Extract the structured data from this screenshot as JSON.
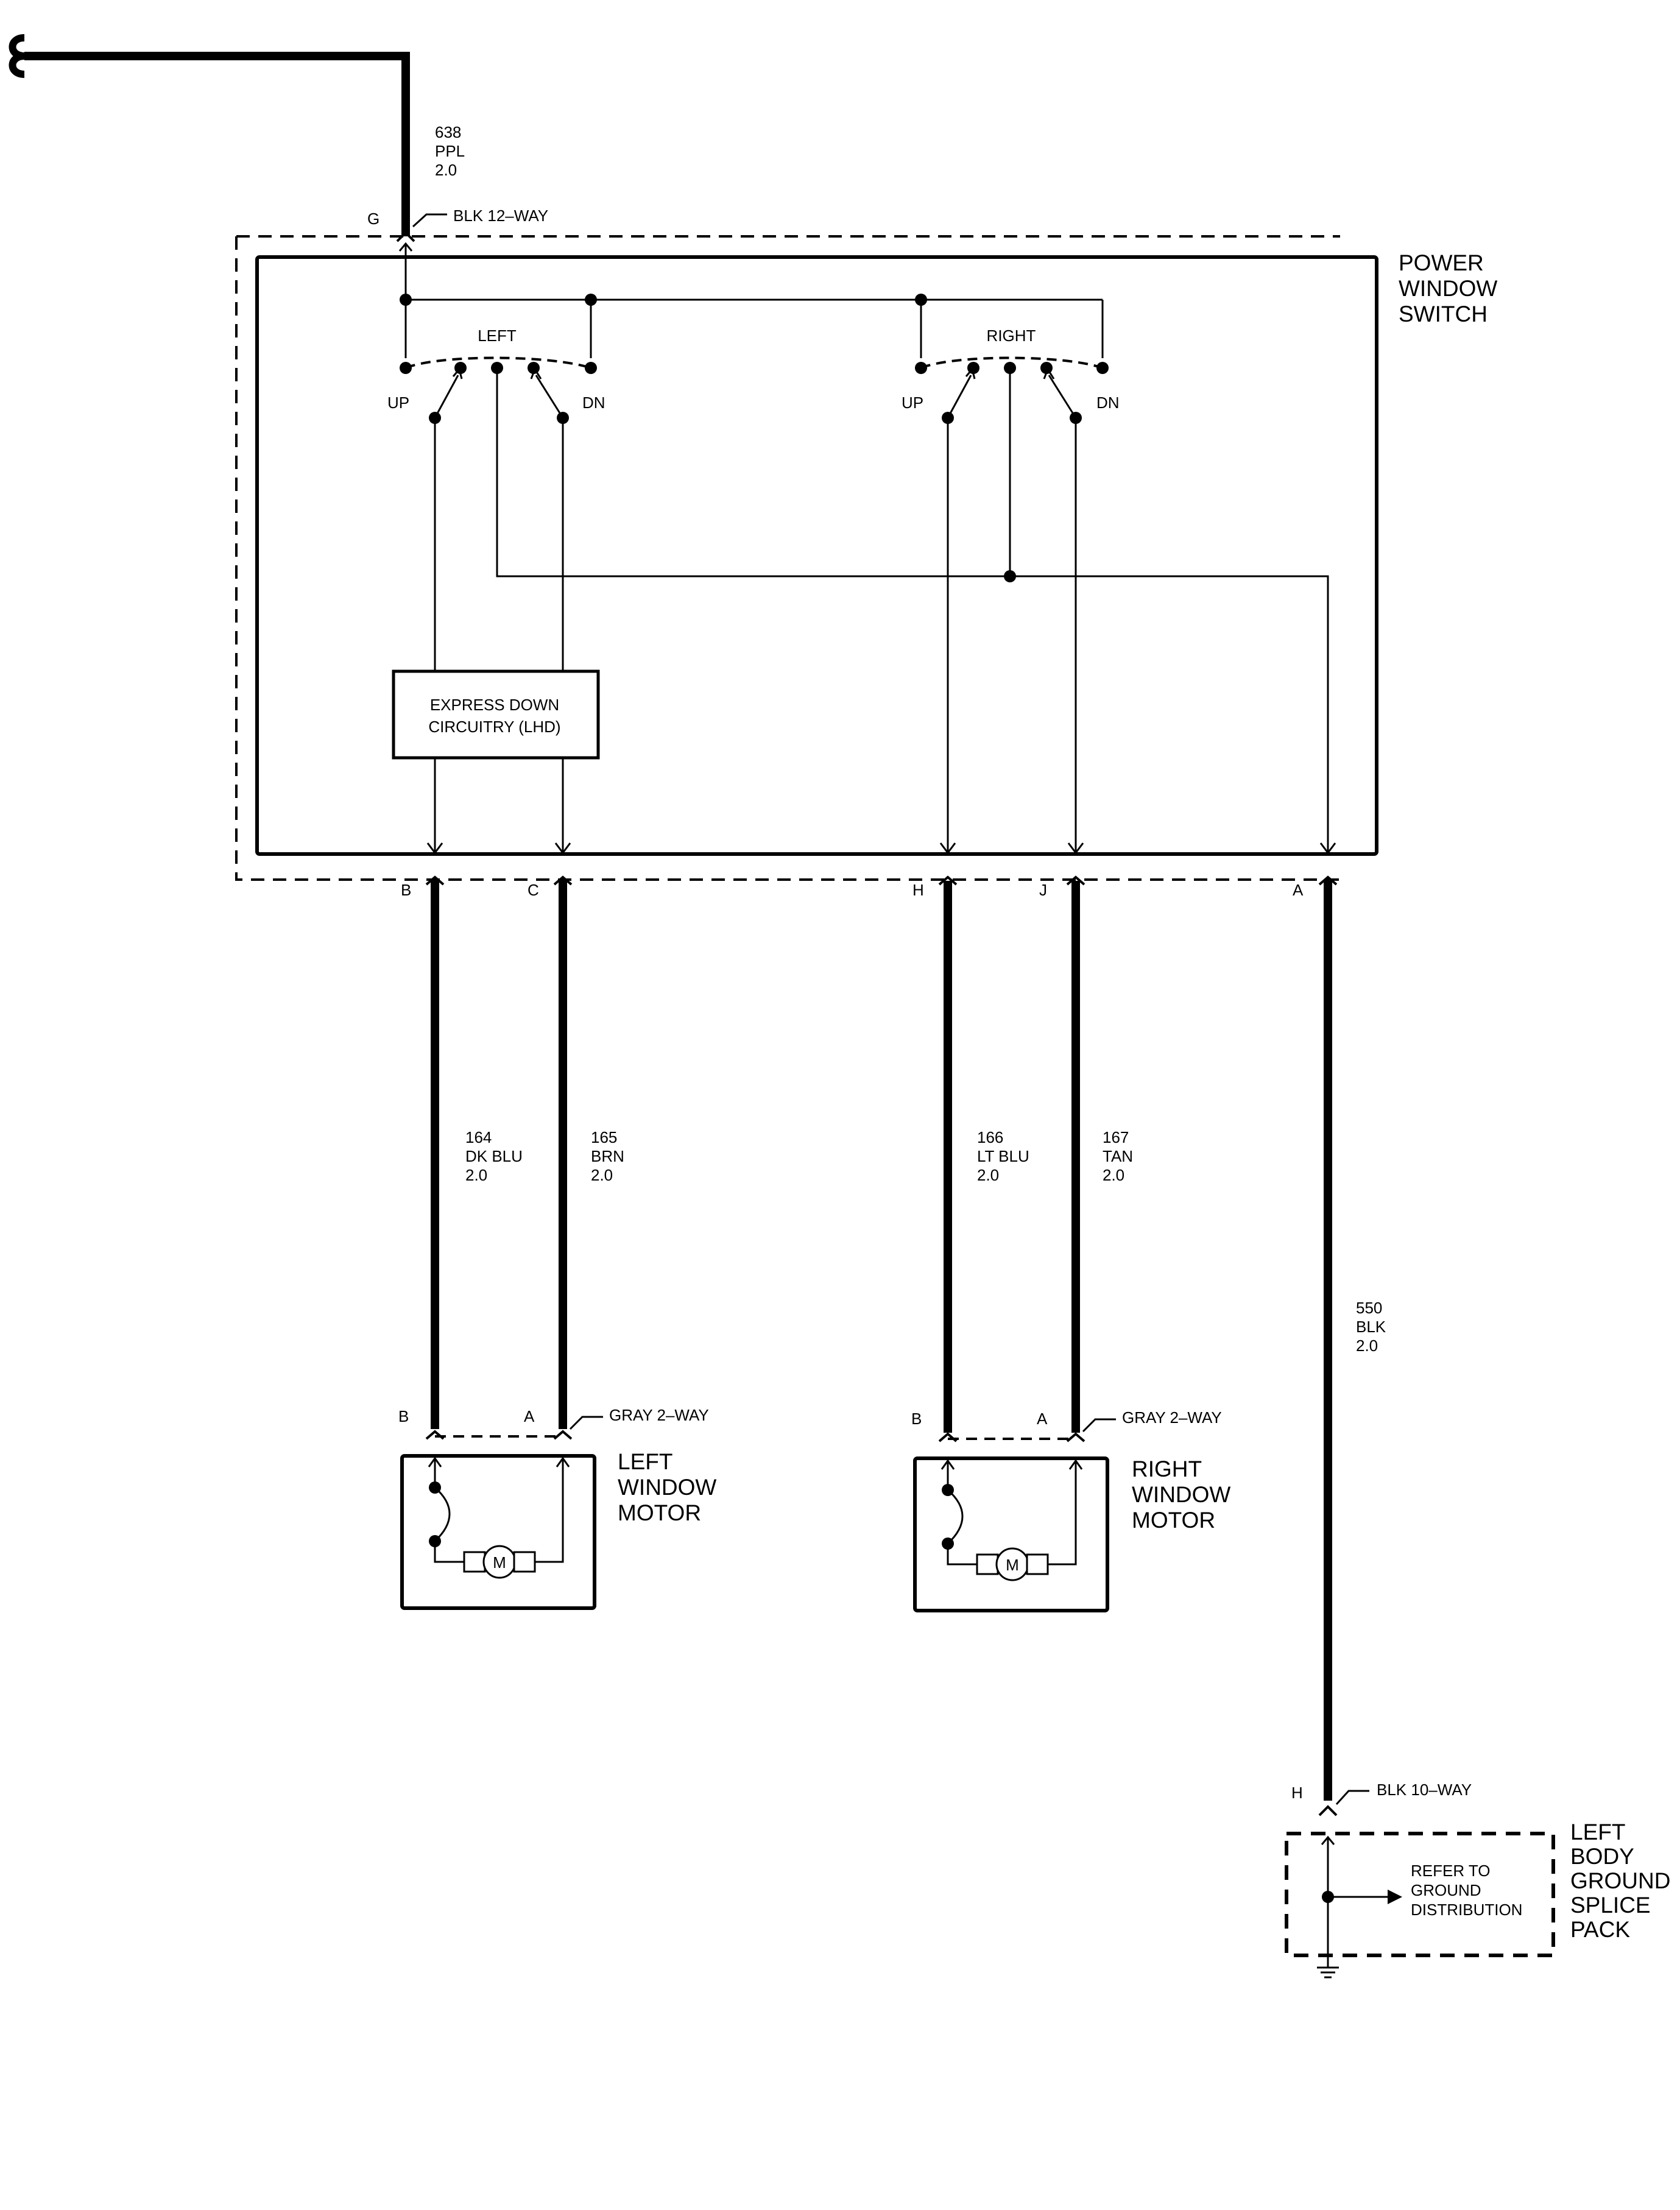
{
  "switch": {
    "title_lines": [
      "POWER",
      "WINDOW",
      "SWITCH"
    ],
    "left_group": "LEFT",
    "right_group": "RIGHT",
    "up_label": "UP",
    "dn_label": "DN",
    "express_lines": [
      "EXPRESS DOWN",
      "CIRCUITRY (LHD)"
    ]
  },
  "connectors": {
    "top_pin": "G",
    "top_type": "BLK 12–WAY",
    "bottom_pins": [
      "B",
      "C",
      "H",
      "J",
      "A"
    ],
    "motor_type": "GRAY 2–WAY",
    "ground_pin": "H",
    "ground_type": "BLK 10–WAY"
  },
  "wires": [
    {
      "circuit": "638",
      "color": "PPL",
      "gauge": "2.0"
    },
    {
      "circuit": "164",
      "color": "DK BLU",
      "gauge": "2.0"
    },
    {
      "circuit": "165",
      "color": "BRN",
      "gauge": "2.0"
    },
    {
      "circuit": "166",
      "color": "LT BLU",
      "gauge": "2.0"
    },
    {
      "circuit": "167",
      "color": "TAN",
      "gauge": "2.0"
    },
    {
      "circuit": "550",
      "color": "BLK",
      "gauge": "2.0"
    }
  ],
  "motors": {
    "left_lines": [
      "LEFT",
      "WINDOW",
      "MOTOR"
    ],
    "right_lines": [
      "RIGHT",
      "WINDOW",
      "MOTOR"
    ],
    "pin_b": "B",
    "pin_a": "A",
    "symbol": "M"
  },
  "ground": {
    "title_lines": [
      "LEFT",
      "BODY",
      "GROUND",
      "SPLICE",
      "PACK"
    ],
    "refer_lines": [
      "REFER TO",
      "GROUND",
      "DISTRIBUTION"
    ]
  }
}
